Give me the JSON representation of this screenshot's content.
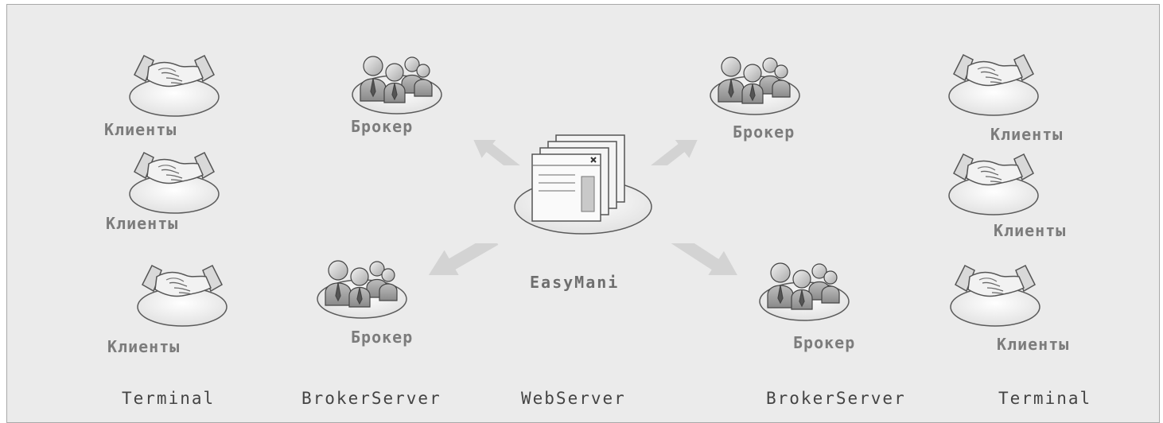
{
  "diagram": {
    "client_label": "Клиенты",
    "broker_label": "Брокер",
    "center_label": "EasyMani",
    "bottom_labels": {
      "terminal_left": "Terminal",
      "broker_server_left": "BrokerServer",
      "web_server": "WebServer",
      "broker_server_right": "BrokerServer",
      "terminal_right": "Terminal"
    }
  },
  "icons": {
    "client": "handshake-icon",
    "broker": "people-group-icon",
    "center": "browser-windows-icon",
    "arrow": "arrow-icon"
  },
  "colors": {
    "background": "#ebebeb",
    "label": "#7c7c7c",
    "arrow": "#d3d3d3"
  }
}
